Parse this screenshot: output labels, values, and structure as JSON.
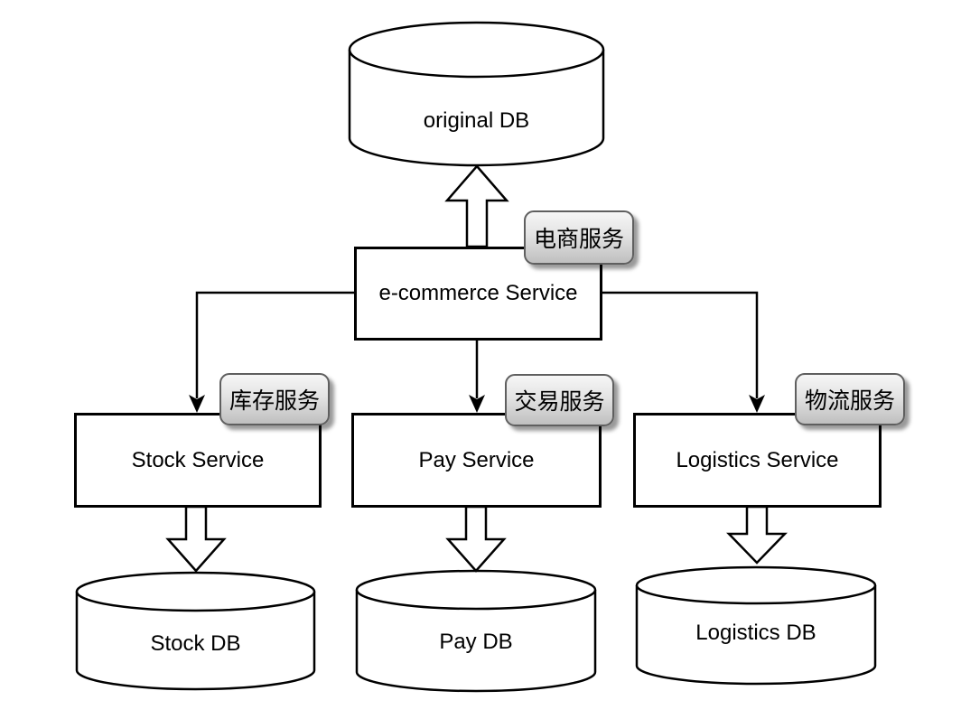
{
  "diagram": {
    "nodes": {
      "original_db": {
        "label": "original DB",
        "type": "database"
      },
      "ecommerce": {
        "label": "e-commerce Service",
        "type": "process",
        "badge": "电商服务"
      },
      "stock": {
        "label": "Stock Service",
        "type": "process",
        "badge": "库存服务"
      },
      "pay": {
        "label": "Pay Service",
        "type": "process",
        "badge": "交易服务"
      },
      "logistics": {
        "label": "Logistics Service",
        "type": "process",
        "badge": "物流服务"
      },
      "stock_db": {
        "label": "Stock DB",
        "type": "database"
      },
      "pay_db": {
        "label": "Pay DB",
        "type": "database"
      },
      "logistics_db": {
        "label": "Logistics DB",
        "type": "database"
      }
    },
    "edges": [
      {
        "from": "e-commerce Service",
        "to": "original DB",
        "style": "block-arrow-up"
      },
      {
        "from": "e-commerce Service",
        "to": "Stock Service",
        "style": "thin-arrow"
      },
      {
        "from": "e-commerce Service",
        "to": "Pay Service",
        "style": "thin-arrow"
      },
      {
        "from": "e-commerce Service",
        "to": "Logistics Service",
        "style": "thin-arrow"
      },
      {
        "from": "Stock Service",
        "to": "Stock DB",
        "style": "block-arrow-down"
      },
      {
        "from": "Pay Service",
        "to": "Pay DB",
        "style": "block-arrow-down"
      },
      {
        "from": "Logistics Service",
        "to": "Logistics DB",
        "style": "block-arrow-down"
      }
    ],
    "colors": {
      "background": "#ffffff",
      "node_fill": "#ffffff",
      "node_stroke": "#000000",
      "text": "#000000",
      "badge_border": "#5f5f5f",
      "badge_gradient_top": "#f6f6f6",
      "badge_gradient_bottom": "#bfbfbf",
      "badge_shadow": "rgba(0,0,0,0.40)"
    }
  }
}
